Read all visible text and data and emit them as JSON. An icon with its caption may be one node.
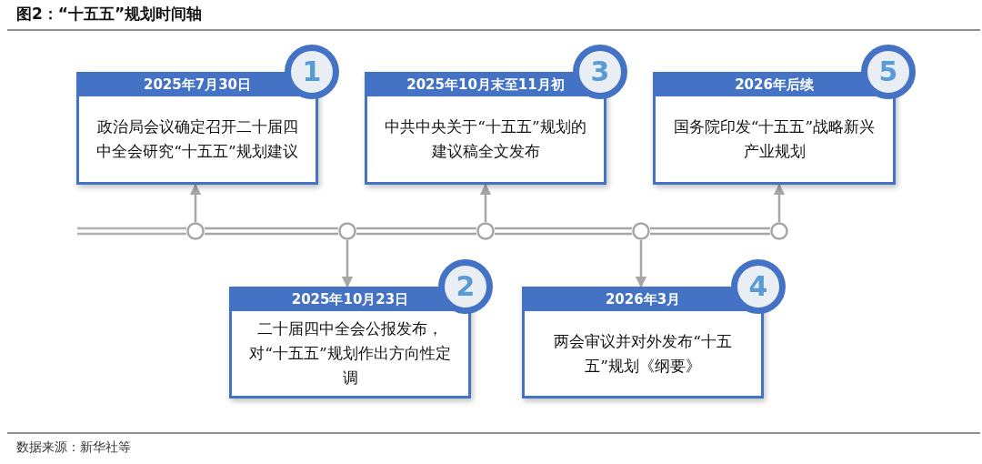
{
  "diagram": {
    "title": "图2：“十五五”规划时间轴",
    "caption": "数据来源：新华社等",
    "nodes": [
      {
        "text": [
          "2025年7月30日",
          "政治局会议确定召开二十届四中全会研究“十五五”规划建议"
        ]
      },
      {
        "text": [
          "1"
        ]
      },
      {
        "text": [
          "2025年10月末至11月初",
          "中共中央关于“十五五”规划的建议稿全文发布"
        ]
      },
      {
        "text": [
          "3"
        ]
      },
      {
        "text": [
          "2026年后续",
          "国务院印发“十五五”战略新兴产业规划"
        ]
      },
      {
        "text": [
          "5"
        ]
      },
      {
        "text": [],
        "shape": "circle"
      },
      {
        "text": [],
        "shape": "circle"
      },
      {
        "text": [],
        "shape": "circle"
      },
      {
        "text": [],
        "shape": "circle"
      },
      {
        "text": [],
        "shape": "circle"
      },
      {
        "text": [
          "2025年10月23日",
          "二十届四中全会公报发布，对“十五五”规划作出方向性定调"
        ]
      },
      {
        "text": [
          "2"
        ]
      },
      {
        "text": [
          "2026年3月",
          "两会审议并对外发布“十五五”规划《纲要》"
        ]
      },
      {
        "text": [
          "4"
        ]
      }
    ],
    "edges": [
      {
        "from": 6,
        "to": 0,
        "arrow": "to"
      },
      {
        "from": 7,
        "to": 11,
        "arrow": "to"
      },
      {
        "from": 8,
        "to": 2,
        "arrow": "to"
      },
      {
        "from": 9,
        "to": 13,
        "arrow": "to"
      },
      {
        "from": 10,
        "to": 4,
        "arrow": "to"
      },
      {
        "from": 6,
        "to": 7,
        "arrow": "none"
      },
      {
        "from": 7,
        "to": 8,
        "arrow": "none"
      },
      {
        "from": 8,
        "to": 9,
        "arrow": "none"
      },
      {
        "from": 9,
        "to": 10,
        "arrow": "none"
      }
    ]
  }
}
